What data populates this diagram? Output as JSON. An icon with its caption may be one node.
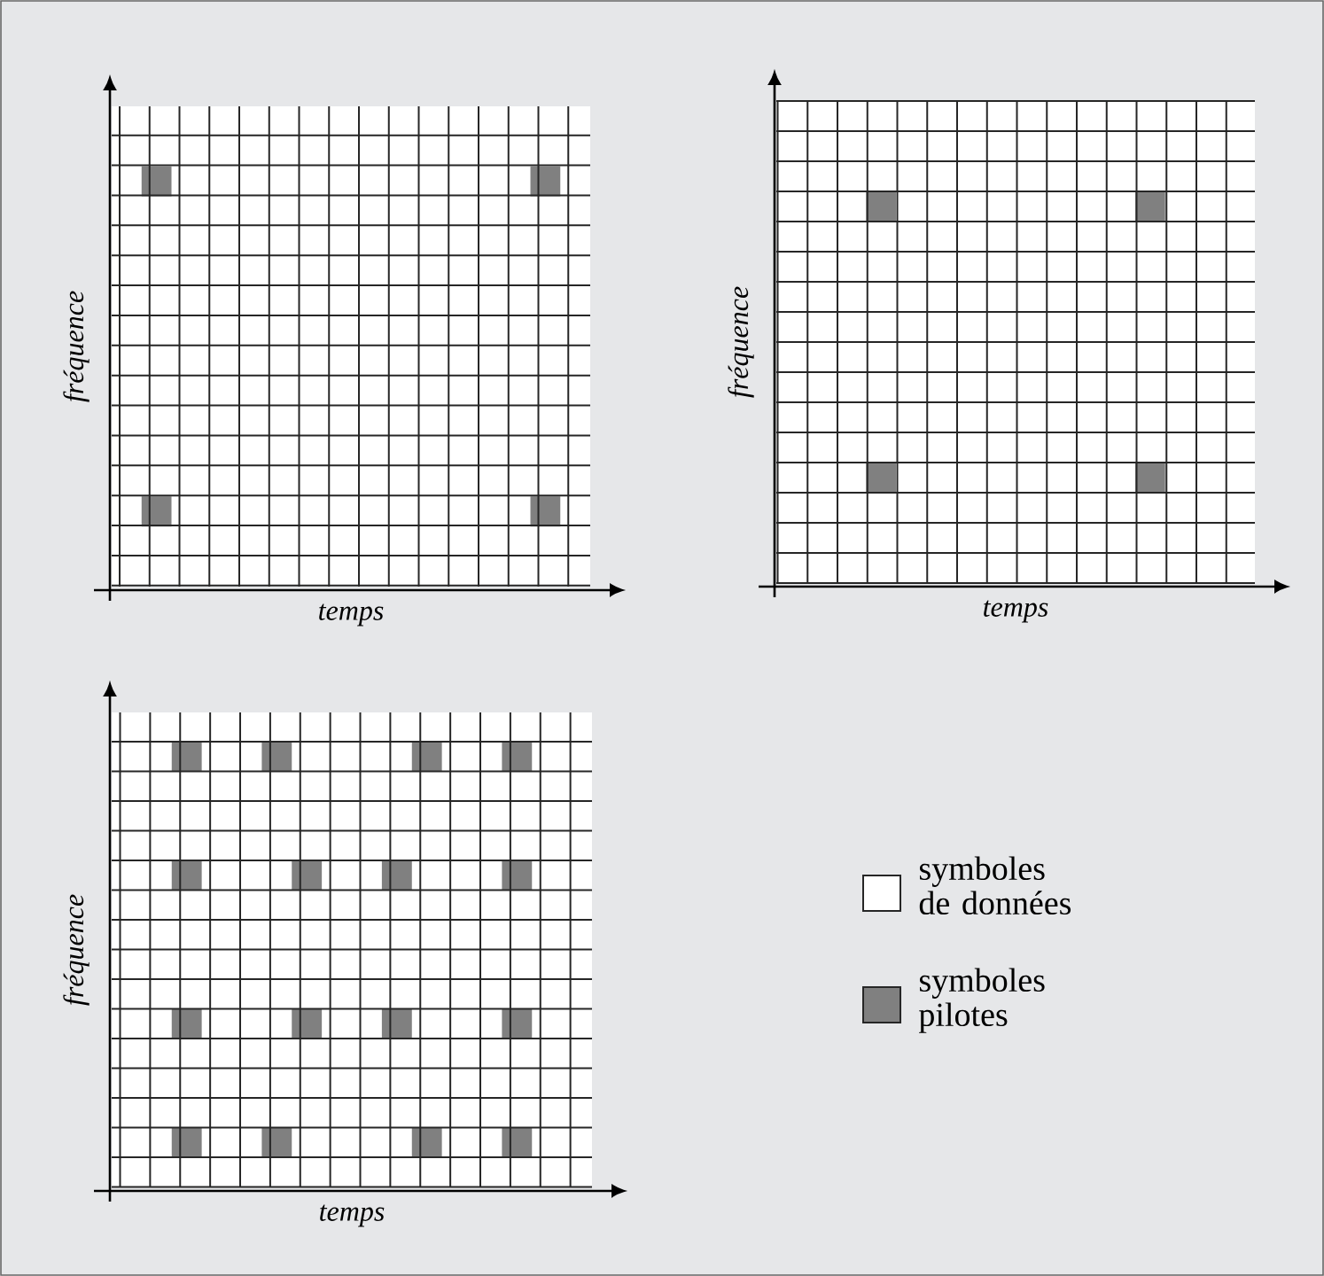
{
  "diagram": {
    "labels": [
      "fréquence",
      "temps",
      "fréquence",
      "temps",
      "fréquence",
      "temps"
    ],
    "legend": [
      {
        "text": "symboles de données",
        "color": "#ffffff"
      },
      {
        "text": "symboles pilotes",
        "color": "#808080"
      }
    ]
  }
}
